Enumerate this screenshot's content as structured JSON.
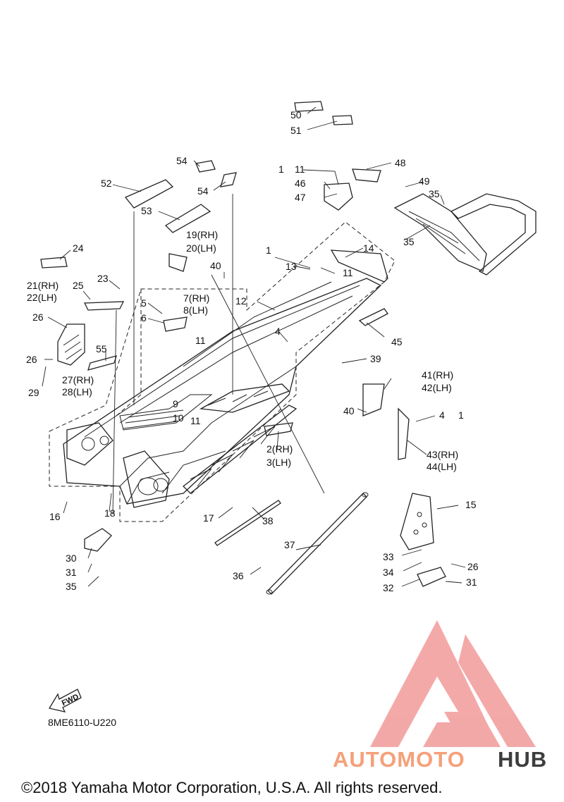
{
  "diagram": {
    "part_labels": [
      "1",
      "11",
      "46",
      "47",
      "48",
      "49",
      "35",
      "35",
      "50",
      "51",
      "54",
      "54",
      "52",
      "53",
      "19(RH)",
      "20(LH)",
      "40",
      "1",
      "13",
      "14",
      "11",
      "24",
      "21(RH)",
      "22(LH)",
      "25",
      "23",
      "5",
      "6",
      "7(RH)",
      "8(LH)",
      "12",
      "4",
      "45",
      "26",
      "26",
      "27(RH)",
      "28(LH)",
      "29",
      "55",
      "11",
      "9",
      "10",
      "11",
      "39",
      "40",
      "41(RH)",
      "42(LH)",
      "4",
      "1",
      "43(RH)",
      "44(LH)",
      "2(RH)",
      "3(LH)",
      "16",
      "18",
      "17",
      "38",
      "37",
      "36",
      "15",
      "30",
      "31",
      "35",
      "33",
      "34",
      "26",
      "32",
      "31"
    ],
    "drawing_code": "8ME6110-U220",
    "fwd_label": "FWD",
    "copyright": "©2018 Yamaha Motor Corporation, U.S.A. All rights reserved.",
    "watermark": {
      "part1": "AUTOMOTO",
      "part2": "HUB",
      "color1": "#f5a07a",
      "color2": "#3d3d3d",
      "logo_color": "#f08c8c"
    }
  }
}
